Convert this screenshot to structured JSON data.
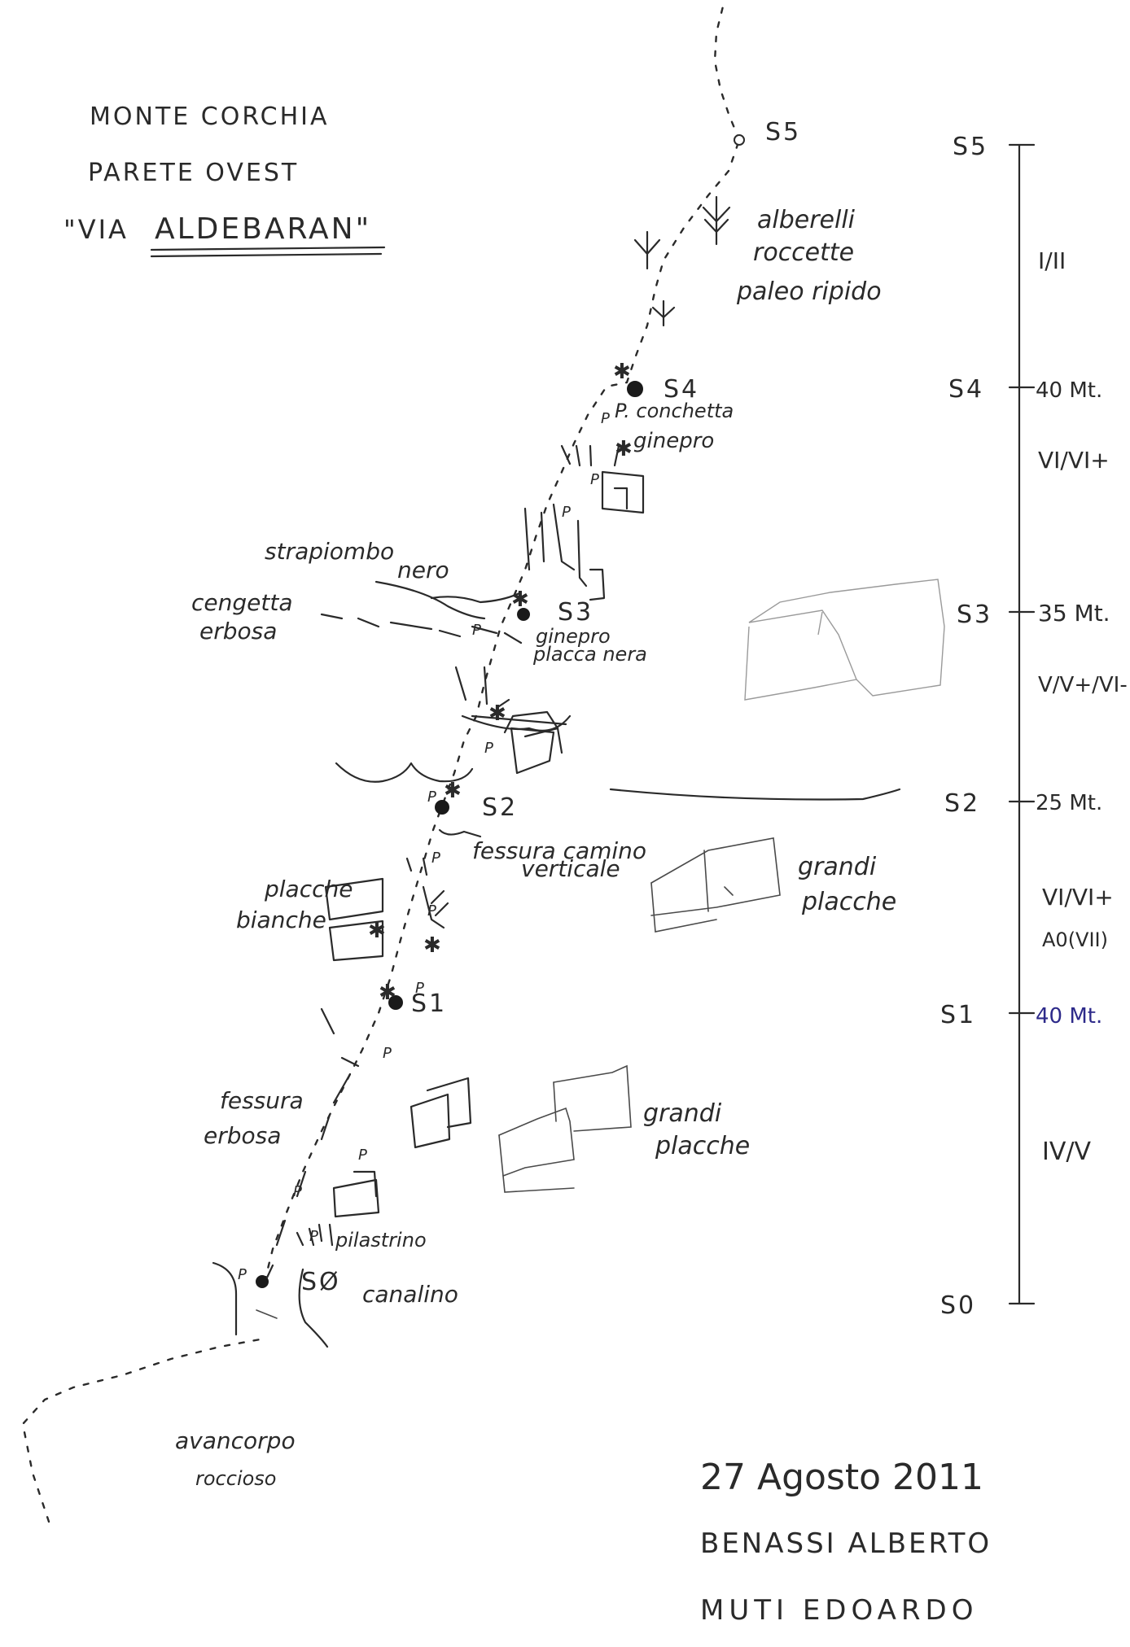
{
  "header": {
    "line1": "MONTE CORCHIA",
    "line2": "PARETE OVEST",
    "line3_prefix": "\"VIA",
    "line3_name": "ALDEBARAN\""
  },
  "belays": [
    {
      "label": "S5",
      "scale_label": "S5",
      "length": "",
      "grade": "I/II"
    },
    {
      "label": "S4",
      "scale_label": "S4",
      "length": "40 Mt.",
      "grade": "VI/VI+"
    },
    {
      "label": "S3",
      "scale_label": "S3",
      "length": "35 Mt.",
      "grade": "V/V+/VI-"
    },
    {
      "label": "S2",
      "scale_label": "S2",
      "length": "25 Mt.",
      "grade": "VI/VI+"
    },
    {
      "label": "S1",
      "scale_label": "S1",
      "length": "40 Mt.",
      "grade": "IV/V"
    },
    {
      "label": "SØ",
      "scale_label": "S0",
      "length": "",
      "grade": ""
    }
  ],
  "grade_extra": "A0(VII)",
  "notes": {
    "alberelli": "alberelli",
    "roccette": "roccette",
    "paleo": "paleo ripido",
    "conchetta": "P. conchetta",
    "ginepro1": "ginepro",
    "strapiombo1": "strapiombo",
    "strapiombo2": "nero",
    "cengetta1": "cengetta",
    "cengetta2": "erbosa",
    "ginepro2": "ginepro",
    "placca_nera": "placca nera",
    "fessura_camino1": "fessura camino",
    "fessura_camino2": "verticale",
    "placche_bianche1": "placche",
    "placche_bianche2": "bianche",
    "grandi_placche_a1": "grandi",
    "grandi_placche_a2": "placche",
    "fessura_erbosa1": "fessura",
    "fessura_erbosa2": "erbosa",
    "grandi_placche_b1": "grandi",
    "grandi_placche_b2": "placche",
    "pilastrino": "pilastrino",
    "canalino": "canalino",
    "avancorpo1": "avancorpo",
    "avancorpo2": "roccioso"
  },
  "footer": {
    "date": "27 Agosto 2011",
    "author1": "BENASSI ALBERTO",
    "author2": "MUTI EDOARDO"
  }
}
